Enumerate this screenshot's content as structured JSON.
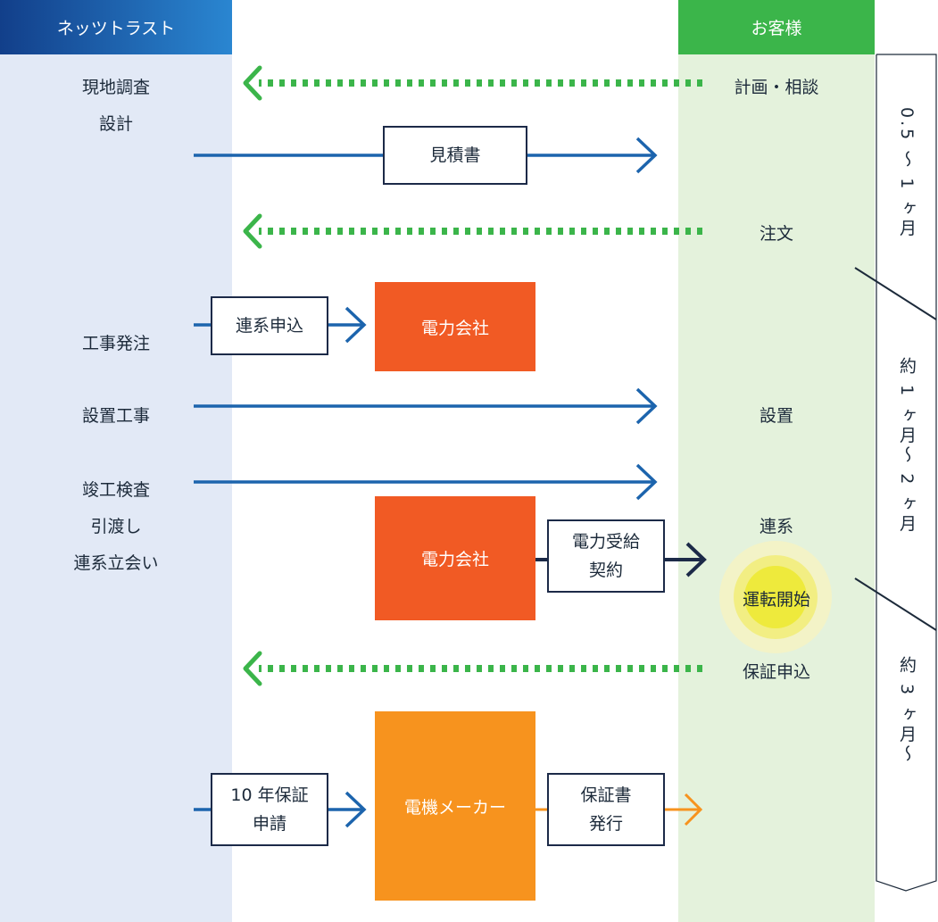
{
  "headers": {
    "left": "ネッツトラスト",
    "right": "お客様"
  },
  "left_steps": {
    "survey_1": "現地調査",
    "survey_2": "設計",
    "order_construction": "工事発注",
    "install_work": "設置工事",
    "inspect_1": "竣工検査",
    "inspect_2": "引渡し",
    "inspect_3": "連系立会い"
  },
  "right_steps": {
    "plan": "計画・相談",
    "order": "注文",
    "install": "設置",
    "grid": "連系",
    "start": "運転開始",
    "warranty_apply": "保証申込"
  },
  "boxes": {
    "estimate": "見積書",
    "grid_apply": "連系申込",
    "power_contract_1": "電力受給",
    "power_contract_2": "契約",
    "warranty_req_1": "10 年保証",
    "warranty_req_2": "申請",
    "warranty_issue_1": "保証書",
    "warranty_issue_2": "発行"
  },
  "blocks": {
    "power_company_1": "電力会社",
    "power_company_2": "電力会社",
    "manufacturer": "電機メーカー"
  },
  "periods": {
    "p1": "0.5 〜 1 ヶ月",
    "p2": "約 1 ヶ月〜 2 ヶ月",
    "p3": "約 3 ヶ月〜"
  },
  "colors": {
    "header_left": "#1d5fae",
    "header_right": "#3bb54a",
    "lane_left": "#e2e9f6",
    "lane_right": "#e4f2dc",
    "arrow_blue": "#1c64ad",
    "arrow_green": "#3bb54a",
    "arrow_navy": "#1c2a48",
    "arrow_orange": "#f7931e",
    "power_company": "#f15a24",
    "manufacturer": "#f7931e",
    "highlight": "#eeea3c"
  }
}
